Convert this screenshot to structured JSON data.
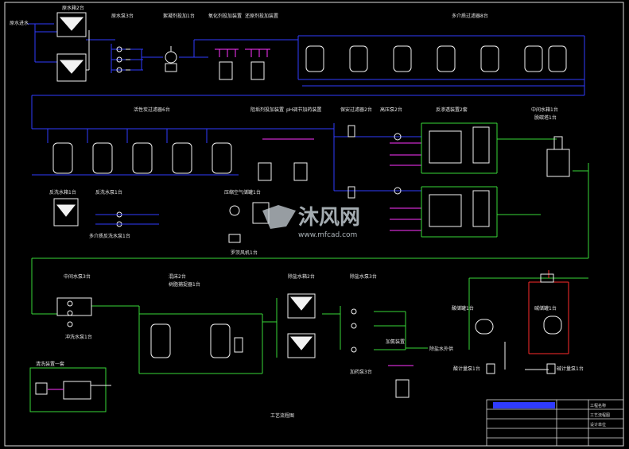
{
  "labels": {
    "inlet": "原水进水",
    "raw_tank": "原水箱2台",
    "raw_pump": "原水泵3台",
    "flocculant_dosing": "絮凝剂投加1台",
    "oxidant_dosing": "氧化剂投加装置",
    "reductant_dosing": "还原剂投加装置",
    "multimedia_filter": "多介质过滤器8台",
    "activated_carbon_filter": "活性炭过滤器6台",
    "scale_inhibitor": "阻垢剂投加装置",
    "ph_dosing": "pH调节加药装置",
    "security_filter": "保安过滤器2台",
    "hp_pump": "高压泵2台",
    "ro_unit": "反渗透装置2套",
    "intermediate_tank": "中间水箱1台",
    "degasser": "脱碳塔1台",
    "backwash_tank": "反洗水箱1台",
    "backwash_pump": "反洗水泵1台",
    "mm_backwash_pump": "多介质反洗水泵1台",
    "compressed_air": "压缩空气储罐1台",
    "blower": "罗茨风机1台",
    "mid_pump": "中间水泵3台",
    "flush_pump": "冲洗水泵1台",
    "mixed_bed": "混床2台",
    "mixed_bed_regen": "树脂捕捉器1台",
    "pure_tank": "除盐水箱2台",
    "pure_pump": "除盐水泵3台",
    "ammonia_dosing": "加氨装置",
    "to_user": "除盐水外供",
    "dosing_pump": "加药泵3台",
    "cleaning_system": "清洗装置一套",
    "acid_tank": "酸储罐1台",
    "acid_pump": "酸计量泵1台",
    "alkali_tank": "碱储罐1台",
    "alkali_pump": "碱计量泵1台",
    "drawing_title": "工艺流程图"
  },
  "watermark": {
    "brand": "沐风网",
    "url": "www.mfcad.com"
  },
  "title_block": {
    "project": "工程名称",
    "drawing_name": "工艺流程图",
    "company": "设计单位"
  },
  "colors": {
    "pipe_blue": "#2f3bff",
    "pipe_green": "#39d839",
    "pipe_red": "#ff2b2b",
    "pipe_magenta": "#ff33ff",
    "equipment_white": "#f2f2f2",
    "text": "#e6e6e6"
  }
}
